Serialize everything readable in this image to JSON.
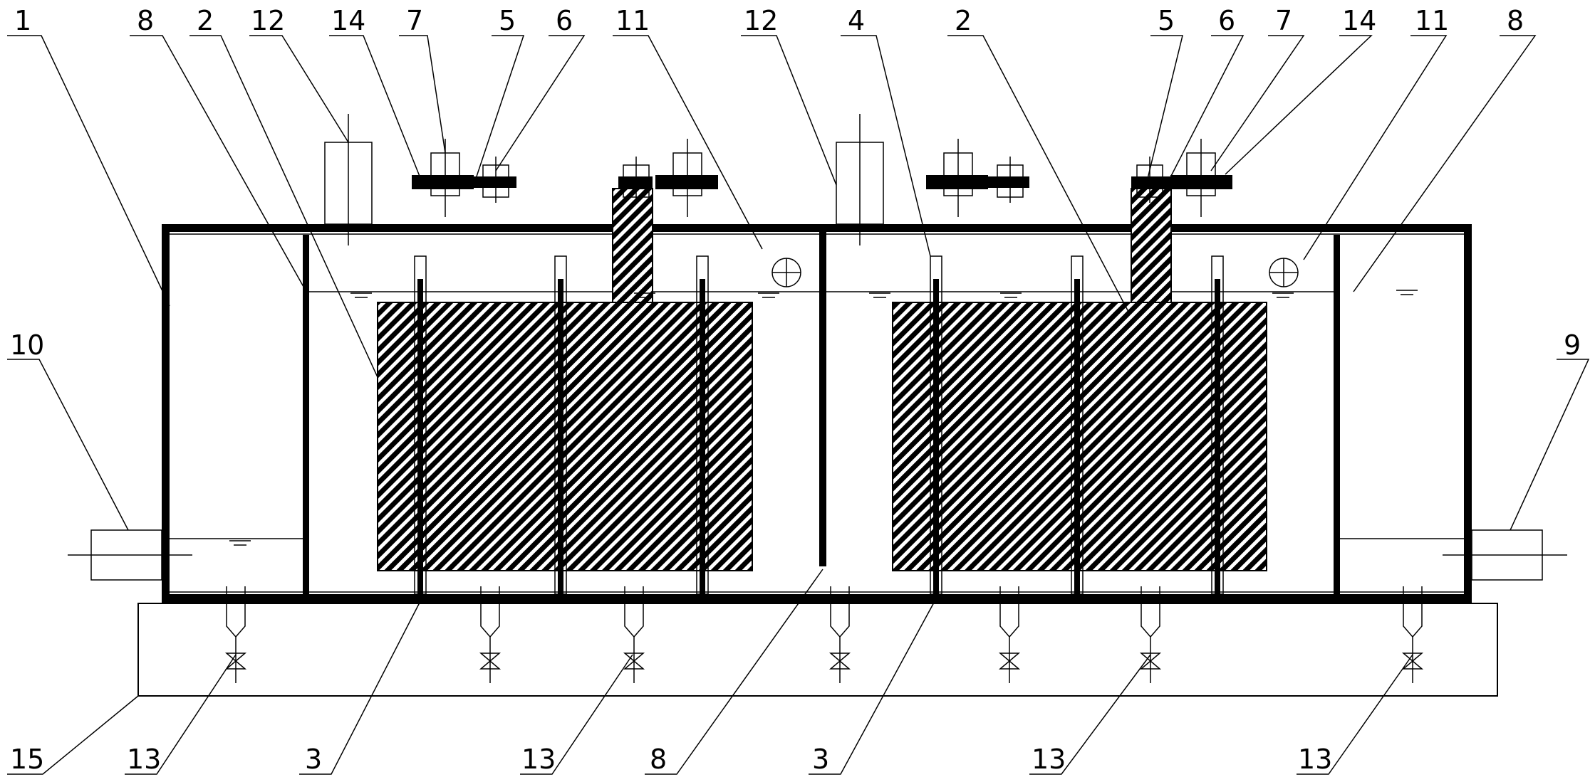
{
  "diagram": {
    "type": "technical-cross-section",
    "callouts_top": [
      "1",
      "8",
      "2",
      "12",
      "14",
      "7",
      "5",
      "6",
      "11",
      "12",
      "4",
      "2",
      "5",
      "6",
      "7",
      "14",
      "11",
      "8"
    ],
    "callouts_side": [
      "10",
      "9"
    ],
    "callouts_bottom": [
      "15",
      "13",
      "3",
      "13",
      "8",
      "3",
      "13",
      "13"
    ]
  }
}
